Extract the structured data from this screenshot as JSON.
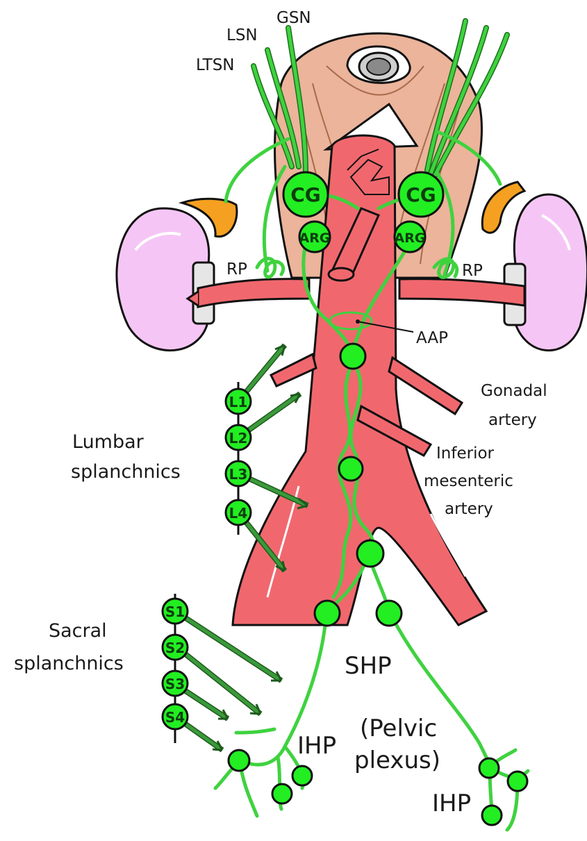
{
  "labels": {
    "gsn": "GSN",
    "lsn": "LSN",
    "ltsn": "LTSN",
    "cg_left": "CG",
    "cg_right": "CG",
    "arg_left": "ARG",
    "arg_right": "ARG",
    "rp_left": "RP",
    "rp_right": "RP",
    "aap": "AAP",
    "gonadal_1": "Gonadal",
    "gonadal_2": "artery",
    "ima_1": "Inferior",
    "ima_2": "mesenteric",
    "ima_3": "artery",
    "lumbar_1": "Lumbar",
    "lumbar_2": "splanchnics",
    "sacral_1": "Sacral",
    "sacral_2": "splanchnics",
    "shp": "SHP",
    "ihp_left": "IHP",
    "ihp_right": "IHP",
    "pelvic_1": "(Pelvic",
    "pelvic_2": "plexus)"
  },
  "lumbar_ganglia": [
    "L1",
    "L2",
    "L3",
    "L4"
  ],
  "sacral_ganglia": [
    "S1",
    "S2",
    "S3",
    "S4"
  ],
  "colors": {
    "nerve": "#3fd23f",
    "ganglion": "#22ee22",
    "artery": "#f0686e",
    "kidney": "#f5c6f5",
    "adrenal": "#f5a020",
    "diaphragm": "#ebb49b"
  }
}
